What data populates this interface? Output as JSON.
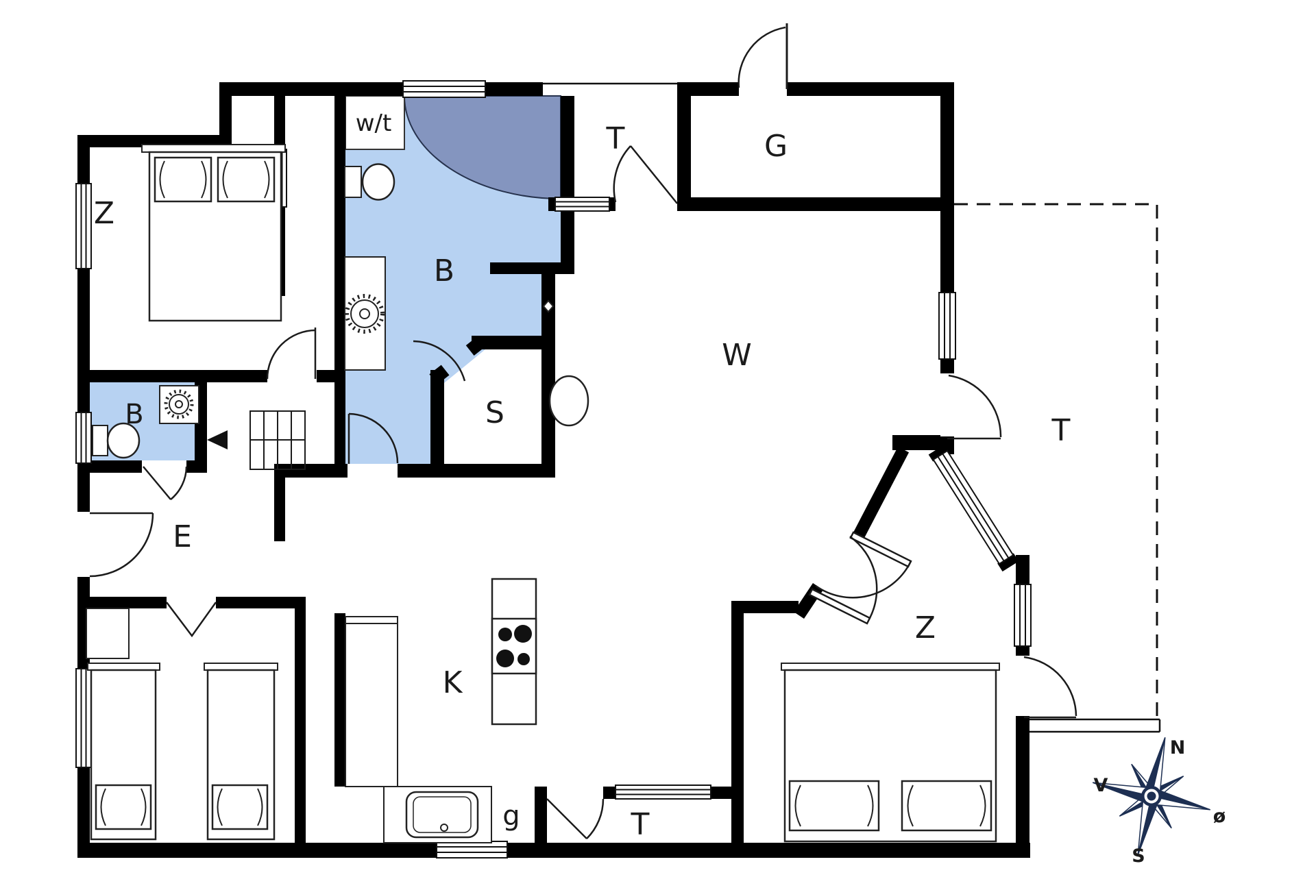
{
  "floor_plan": {
    "kind": "architectural-floor-plan",
    "rooms": {
      "bedroom_nw": {
        "label": "Z"
      },
      "bathroom_small": {
        "label": "B"
      },
      "utility": {
        "label": "w/t"
      },
      "bathroom_main": {
        "label": "B"
      },
      "sauna": {
        "label": "S"
      },
      "hall": {
        "label": "E"
      },
      "living_room": {
        "label": "W"
      },
      "kitchen": {
        "label": "K"
      },
      "pantry": {
        "label": "g"
      },
      "garage": {
        "label": "G"
      },
      "terrace_north": {
        "label": "T"
      },
      "terrace_east": {
        "label": "T"
      },
      "terrace_south": {
        "label": "T"
      },
      "bedroom_se": {
        "label": "Z"
      }
    },
    "compass": {
      "north": "N",
      "south": "S",
      "west": "V",
      "east": "ø"
    },
    "colors": {
      "wall": "#000000",
      "wet_room_fill": "#b7d2f2",
      "shower_fill": "#8495bf",
      "compass_navy": "#1d2f52",
      "line": "#1b1b1b"
    }
  }
}
